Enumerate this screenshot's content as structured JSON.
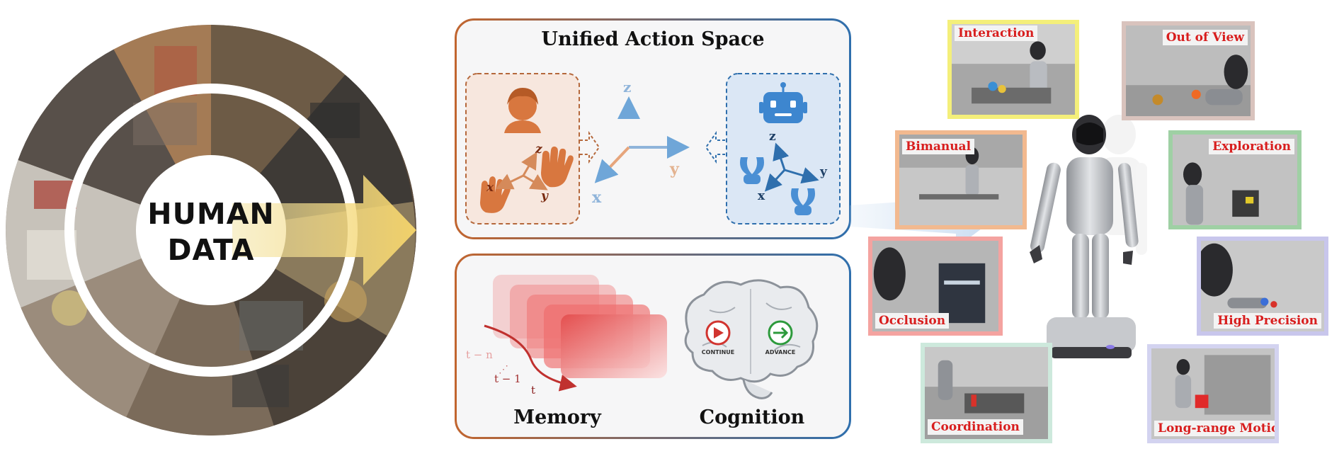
{
  "human": {
    "line1": "HUMAN",
    "line2": "DATA"
  },
  "action_space": {
    "title": "Unified Action Space",
    "human_axes": {
      "x": "x",
      "y": "y",
      "z": "z"
    },
    "unified_axes": {
      "x": "x",
      "y": "y",
      "z": "z"
    },
    "robot_axes": {
      "x": "x",
      "y": "y",
      "z": "z"
    }
  },
  "memory": {
    "label": "Memory",
    "t_n": "t − n",
    "t_1": "t − 1",
    "t": "t"
  },
  "cognition": {
    "label": "Cognition",
    "continue": "CONTINUE",
    "advance": "ADVANCE"
  },
  "tasks": [
    {
      "id": "interaction",
      "label": "Interaction",
      "color": "#f4ef7a"
    },
    {
      "id": "out-of-view",
      "label": "Out of View",
      "color": "#d9c3bd"
    },
    {
      "id": "bimanual",
      "label": "Bimanual",
      "color": "#f2b98f"
    },
    {
      "id": "exploration",
      "label": "Exploration",
      "color": "#9fd0a4"
    },
    {
      "id": "occlusion",
      "label": "Occlusion",
      "color": "#f4a3a0"
    },
    {
      "id": "high-precision",
      "label": "High Precision",
      "color": "#c8c6ec"
    },
    {
      "id": "coordination",
      "label": "Coordination",
      "color": "#cde9dc"
    },
    {
      "id": "long-range-motion",
      "label": "Long-range Motion",
      "color": "#d3d3f0"
    }
  ],
  "colors": {
    "human_orange": "#c1652f",
    "robot_blue": "#2f6fad",
    "label_red": "#d81e1e"
  }
}
